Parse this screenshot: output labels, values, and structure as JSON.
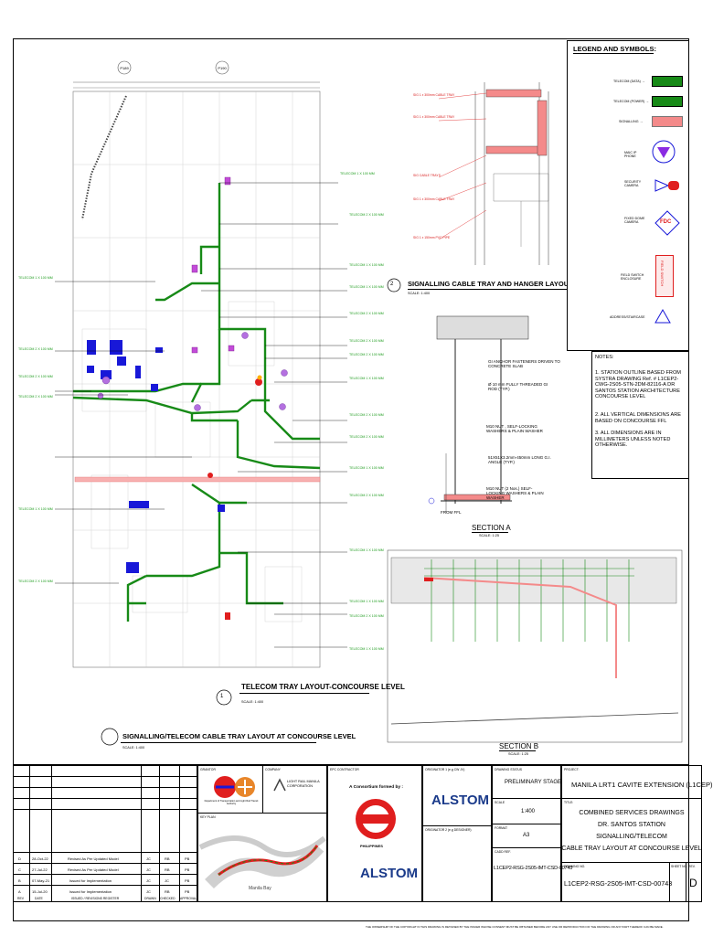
{
  "legend": {
    "title": "LEGEND AND SYMBOLS:",
    "items": [
      {
        "label": "TELECOM (DATA) →",
        "symbol": "green-tray-icon"
      },
      {
        "label": "TELECOM (POWER) →",
        "symbol": "green-tray-icon"
      },
      {
        "label": "SIGNALLING →",
        "symbol": "pink-tray-icon"
      },
      {
        "label": "MAIC IP PHONE",
        "symbol": "phone-icon"
      },
      {
        "label": "SECURITY CAMERA",
        "symbol": "camera-icon"
      },
      {
        "label": "FIXED DOME CAMERA",
        "symbol": "dome-camera-icon"
      },
      {
        "label": "FIELD SWITCH ENCLOSURE",
        "symbol": "switch-enclosure-icon"
      },
      {
        "label": "ADDRESS/STAIRCASE",
        "symbol": "triangle-icon"
      }
    ],
    "fdc_text": "FDC",
    "fse_text": "FIELD SWITCH"
  },
  "notes": {
    "title": "NOTES:",
    "items": [
      "1.   STATION OUTLINE BASED FROM SYSTRA DRAWING Ref. # L1CEP2-CWG-2S05-STN-2DM-82116-A DR SANTOS STATION ARCHITECTURE CONCOURSE LEVEL",
      "2.   ALL VERTICAL DIMENSIONS ARE BASED ON CONCOURSE FFL",
      "3.   ALL DIMENSIONS ARE IN MILLIMETERS UNLESS NOTED OTHERWISE."
    ]
  },
  "plan": {
    "gridlines": [
      "P189",
      "P190"
    ],
    "telecom_labels": [
      "TELECOM 1 X 100 MM",
      "TELECOM 2 X 100 MM",
      "TELECOM 1 X 100 MM",
      "TELECOM 1 X 100 MM",
      "TELECOM 2 X 100 MM",
      "TELECOM 2 X 100 MM",
      "TELECOM 2 X 100 MM",
      "TELECOM 1 X 100 MM",
      "TELECOM 2 X 100 MM",
      "TELECOM 2 X 100 MM",
      "TELECOM 1 X 100 MM",
      "TELECOM 2 X 100 MM",
      "TELECOM 1 X 100 MM",
      "TELECOM 1 X 100 MM",
      "TELECOM 2 X 100 MM",
      "TELECOM 1 X 100 MM"
    ],
    "left_labels": [
      "TELECOM 1 X 100 MM",
      "TELECOM 2 X 100 MM",
      "TELECOM 2 X 100 MM",
      "TELECOM 2 X 100 MM",
      "TELECOM 1 X 100 MM",
      "TELECOM 2 X 100 MM"
    ]
  },
  "hanger_labels": [
    "SIG 1 x 300mm CABLE TRAY",
    "SIG 1 x 300mm CABLE TRAY",
    "SIG CABLE TRAYS",
    "SIG 1 x 300mm CABLE TRAY",
    "SIG 1 x 150mm PVC PIPE"
  ],
  "views": {
    "view1_title": "TELECOM TRAY LAYOUT-CONCOURSE LEVEL",
    "view1_num": "1",
    "view1_scale": "SCALE: 1:400",
    "view2_title": "SIGNALLING CABLE TRAY AND HANGER LAYOUT-CONCOURSE LEVEL",
    "view2_num": "2",
    "view2_scale": "SCALE: 1:400",
    "main_title": "SIGNALLING/TELECOM CABLE TRAY LAYOUT AT CONCOURSE LEVEL",
    "main_scale": "SCALE: 1:400",
    "section_a_title": "SECTION A",
    "section_a_scale": "SCALE: 1:25",
    "section_b_title": "SECTION B",
    "section_b_scale": "SCALE: 1:25"
  },
  "section_a_labels": [
    "GI ANCHOR FASTENERS DRIVEN TO CONCRETE SLAB",
    "Ø 10 mm FULLY THREADED GI ROD (TYP.)",
    "M10 NUT , SELF-LOCKING WASHERS & PLAIN WASHER",
    "51X51X3.2mm-450mm LONG G.I. ANGLE (TYP.)",
    "M10 NUT (2 Nos.) SELF-LOCKING WASHERS & PLAIN WASHER",
    "FROM FFL"
  ],
  "title_block": {
    "revisions": [
      {
        "rev": "D",
        "date": "28-Oct-22",
        "desc": "Revised As Per Updated Model",
        "drawn": "JC",
        "checked": "RB",
        "approval": "PB"
      },
      {
        "rev": "C",
        "date": "27-Jul-22",
        "desc": "Revised As Per Updated Model",
        "drawn": "JC",
        "checked": "RB",
        "approval": "PB"
      },
      {
        "rev": "B",
        "date": "07-May-21",
        "desc": "Issued for Implementation",
        "drawn": "JC",
        "checked": "JC",
        "approval": "PB"
      },
      {
        "rev": "A",
        "date": "15-Jul-20",
        "desc": "Issued for Implementation",
        "drawn": "JC",
        "checked": "RB",
        "approval": "PB"
      }
    ],
    "rev_header": [
      "REV",
      "DATE",
      "ISSUED / REVISIONS REGISTER",
      "DRAWN",
      "CHECKED",
      "APPROVAL"
    ],
    "grantor": "GRANTOR",
    "company": "COMPANY",
    "dotr": "Department of Transportation and Light Rail Transit Authority",
    "lrmc": "LIGHT RAIL MANILA CORPORATION",
    "epc": "EPC CONTRACTOR",
    "consortium": "A Consortium formed by :",
    "philippines": "PHILIPPINES",
    "alstom": "ALSTOM",
    "keyplan": "KEY PLAN",
    "manila_bay": "Manila Bay",
    "originator": "ORIGINATOR 1 (e.g CW JV)",
    "originator2": "ORIGINATOR 2 (e.g DESIGNER)",
    "drawing_status_label": "DRAWING STATUS",
    "drawing_status": "PRELIMINARY STAGE",
    "scale_label": "SCALE",
    "scale": "1:400",
    "format_label": "FORMAT",
    "format": "A3",
    "cad_label": "CADD REF.",
    "cad_ref": "L1CEP2-RSG-2S05-IMT-CSD-00743",
    "project_label": "PROJECT:",
    "project": "MANILA LRT1 CAVITE EXTENSION (L1CEP)",
    "title_label": "TITLE:",
    "title_lines": [
      "COMBINED SERVICES DRAWINGS",
      "DR. SANTOS STATION",
      "SIGNALLING/TELECOM",
      "CABLE TRAY LAYOUT AT CONCOURSE LEVEL"
    ],
    "drawing_no_label": "DRAWING NO.",
    "drawing_no": "L1CEP2-RSG-2S05-IMT-CSD-00743",
    "sheet_label": "SHEET NO.",
    "rev_label": "REV.",
    "rev": "D",
    "copyright": "THE OWNERSHIP OF THE COPYRIGHT IN THIS DRAWING IS RETAINED BY THE ISSUER WHOSE CONSENT MUST BE OBTAINED BEFORE ANY USE OR REPRODUCTION OF THE DRAWING OR ANY PART THEREOF CAN BE MADE."
  },
  "colors": {
    "telecom": "#178a17",
    "signalling": "#f48a8a",
    "equipment": "#1818d8",
    "symbol": "#8a2be2",
    "red": "#e01e1e"
  }
}
